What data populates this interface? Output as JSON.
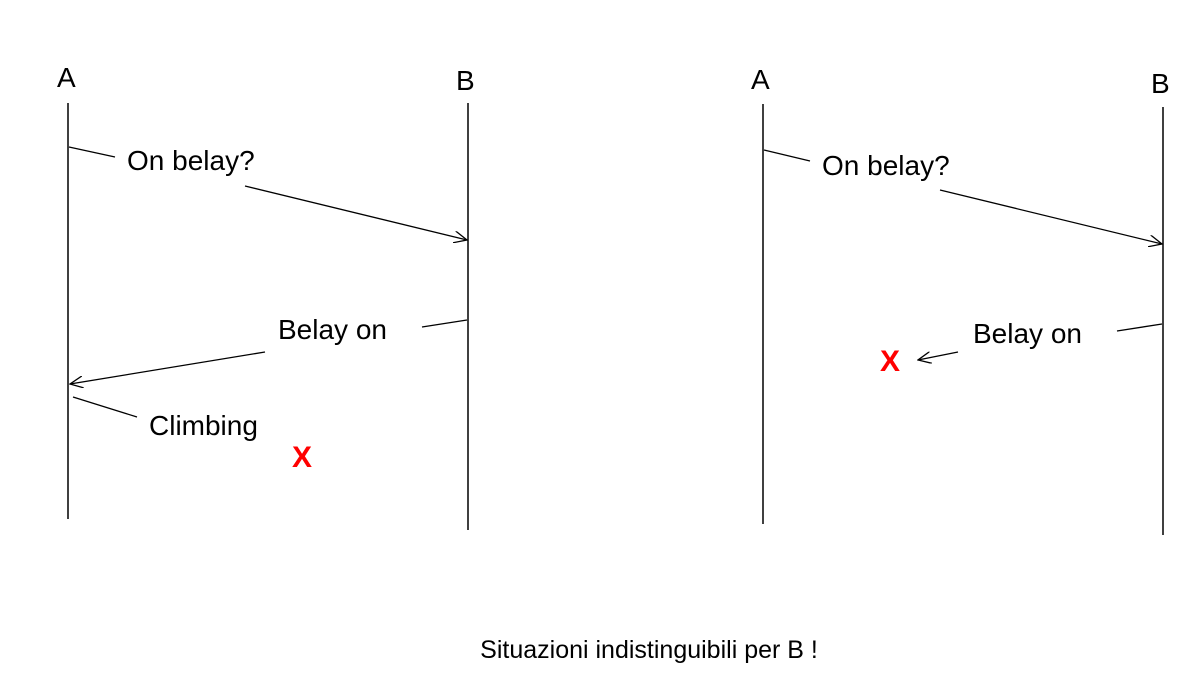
{
  "diagrams": [
    {
      "process_a": "A",
      "process_b": "B",
      "messages": {
        "first": "On belay?",
        "second": "Belay on",
        "third": "Climbing"
      },
      "lost_marker": "X"
    },
    {
      "process_a": "A",
      "process_b": "B",
      "messages": {
        "first": "On belay?",
        "second": "Belay on"
      },
      "lost_marker": "X"
    }
  ],
  "caption": "Situazioni indistinguibili per B !",
  "colors": {
    "line": "#000000",
    "lost_marker": "#ff0000",
    "background": "#ffffff"
  }
}
